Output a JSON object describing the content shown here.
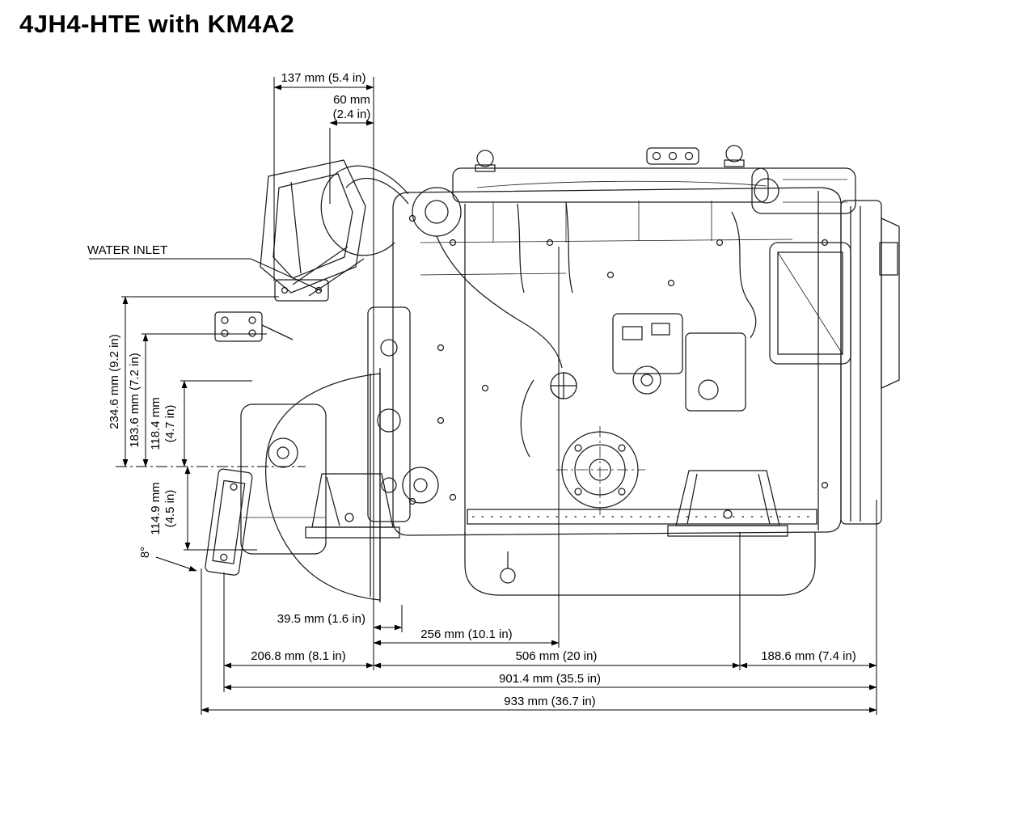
{
  "title": "4JH4-HTE with KM4A2",
  "diagram": {
    "water_inlet_label": "WATER INLET",
    "dims": {
      "top_width": "137 mm (5.4 in)",
      "top_offset_line1": "60 mm",
      "top_offset_line2": "(2.4 in)",
      "height_total": "234.6 mm (9.2 in)",
      "height_upper": "183.6 mm (7.2 in)",
      "height_mid_line1": "118.4 mm",
      "height_mid_line2": "(4.7 in)",
      "height_lower_line1": "114.9 mm",
      "height_lower_line2": "(4.5 in)",
      "flange_angle": "8°",
      "offset_front": "39.5 mm (1.6 in)",
      "length_mid": "256 mm (10.1 in)",
      "length_front": "206.8 mm (8.1 in)",
      "length_engine": "506 mm (20 in)",
      "length_rear": "188.6 mm (7.4 in)",
      "length_overall_mounts": "901.4 mm (35.5 in)",
      "length_overall": "933 mm (36.7 in)"
    }
  }
}
